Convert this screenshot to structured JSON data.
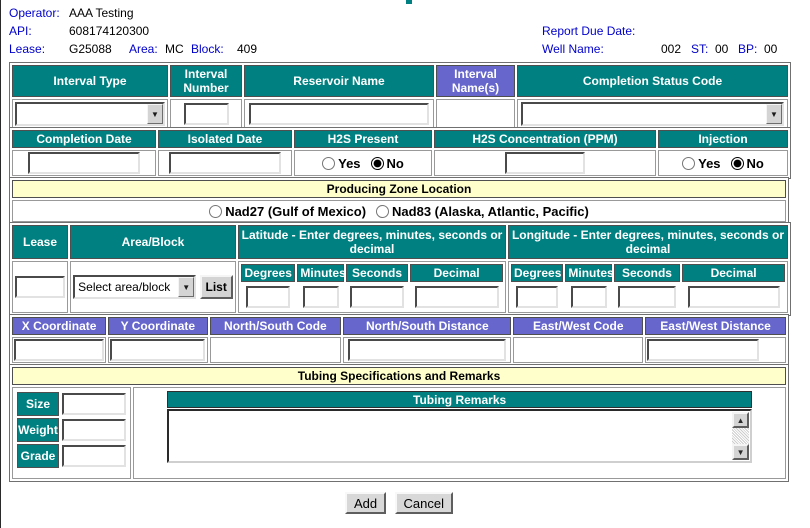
{
  "icons": {
    "dropdown": "▼",
    "scroll_up": "▲",
    "scroll_down": "▼"
  },
  "header": {
    "operator_label": "Operator:",
    "operator_value": "AAA Testing",
    "api_label": "API:",
    "api_value": "608174120300",
    "lease_label": "Lease:",
    "lease_value": "G25088",
    "area_label": "Area:",
    "area_value": "MC",
    "block_label": "Block:",
    "block_value": "409",
    "report_due_label": "Report Due Date:",
    "report_due_value": "",
    "well_name_label": "Well Name:",
    "well_name_value": "002",
    "st_label": "ST:",
    "st_value": "00",
    "bp_label": "BP:",
    "bp_value": "00"
  },
  "interval_table": {
    "interval_type": "Interval Type",
    "interval_number": "Interval Number",
    "reservoir_name": "Reservoir Name",
    "interval_names": "Interval Name(s)",
    "completion_status_code": "Completion Status Code"
  },
  "completion_table": {
    "completion_date": "Completion Date",
    "isolated_date": "Isolated Date",
    "h2s_present": "H2S Present",
    "h2s_concentration": "H2S Concentration (PPM)",
    "injection": "Injection",
    "yes_label": "Yes",
    "no_label": "No",
    "h2s_no_checked": "checked",
    "injection_no_checked": "checked"
  },
  "producing_zone": {
    "title": "Producing Zone Location",
    "nad27_label": "Nad27 (Gulf of Mexico)",
    "nad83_label": "Nad83 (Alaska, Atlantic, Pacific)"
  },
  "location_table": {
    "lease": "Lease",
    "area_block": "Area/Block",
    "latitude": "Latitude - Enter degrees, minutes, seconds or decimal",
    "longitude": "Longitude - Enter degrees, minutes, seconds or decimal",
    "degrees": "Degrees",
    "minutes": "Minutes",
    "seconds": "Seconds",
    "decimal": "Decimal",
    "area_block_selected": "Select area/block",
    "list_button": "List"
  },
  "coordinate_table": {
    "x_coordinate": "X Coordinate",
    "y_coordinate": "Y Coordinate",
    "north_south_code": "North/South Code",
    "north_south_distance": "North/South Distance",
    "east_west_code": "East/West Code",
    "east_west_distance": "East/West Distance"
  },
  "tubing": {
    "title": "Tubing Specifications and Remarks",
    "size": "Size",
    "weight": "Weight",
    "grade": "Grade",
    "remarks_header": "Tubing Remarks"
  },
  "actions": {
    "add": "Add",
    "cancel": "Cancel"
  },
  "colors": {
    "teal": "#008080",
    "purple": "#6666CC",
    "yellow": "#FFFFCC",
    "label_blue": "#0000CC"
  }
}
